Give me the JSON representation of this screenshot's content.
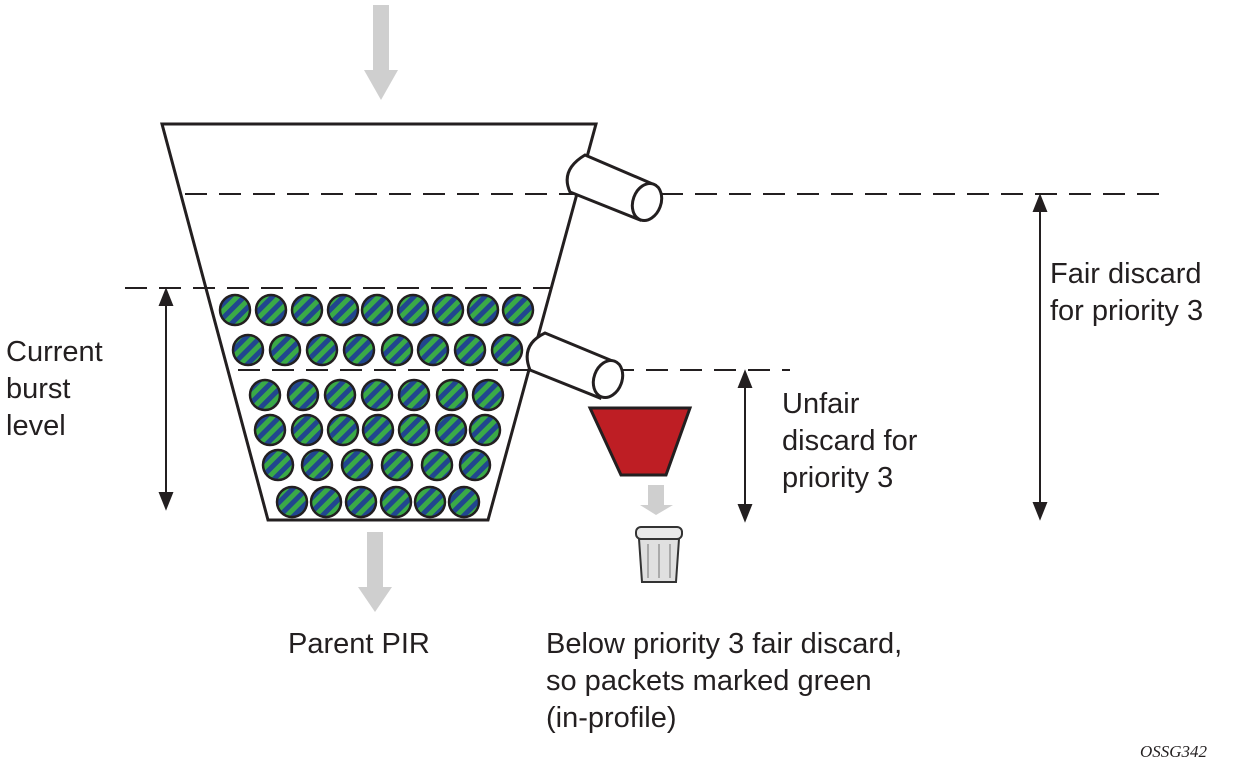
{
  "labels": {
    "current_burst": [
      "Current",
      "burst",
      "level"
    ],
    "fair_discard": [
      "Fair discard",
      "for priority 3"
    ],
    "unfair_discard": [
      "Unfair",
      "discard for",
      "priority 3"
    ],
    "parent_pir": "Parent PIR",
    "below_note": [
      "Below priority 3 fair discard,",
      "so packets marked green",
      "(in-profile)"
    ],
    "figure_code": "OSSG342"
  },
  "colors": {
    "packet_green": "#3aaa47",
    "packet_blue": "#21468f",
    "discard_red": "#be1e24",
    "arrow_gray": "#cfcfcf",
    "line": "#231f20"
  }
}
